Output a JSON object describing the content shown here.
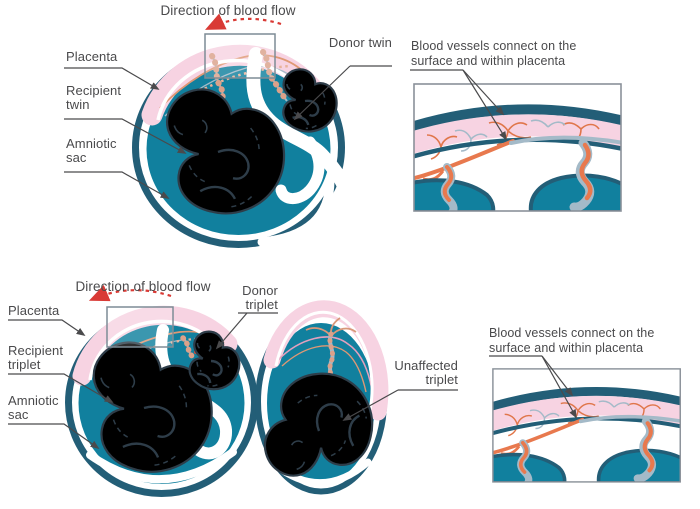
{
  "figure": {
    "top_diagram": {
      "flow_label": "Direction of blood flow",
      "placenta_label": "Placenta",
      "recipient_label": "Recipient twin",
      "amniotic_label": "Amniotic sac",
      "donor_label": "Donor twin"
    },
    "top_inset": {
      "caption_line1": "Blood vessels connect on the",
      "caption_line2": "surface and within placenta"
    },
    "bottom_diagram": {
      "flow_label": "Direction of blood flow",
      "placenta_label": "Placenta",
      "recipient_label": "Recipient triplet",
      "amniotic_label": "Amniotic sac",
      "donor_label": "Donor triplet",
      "unaffected_label": "Unaffected triplet"
    },
    "bottom_inset": {
      "caption_line1": "Blood vessels connect on the",
      "caption_line2": "surface and within placenta"
    },
    "colors": {
      "uterus_outline": "#235e77",
      "amniotic_fluid": "#11809e",
      "placenta_pink": "#f7d3e2",
      "vessel_orange": "#e8794e",
      "vessel_gray": "#a4bac8",
      "twin_skin": "#f6d8c3",
      "triplet_skin": "#a3794c",
      "flow_arrow_red": "#d93a35",
      "label_text": "#4a4a4c"
    }
  }
}
